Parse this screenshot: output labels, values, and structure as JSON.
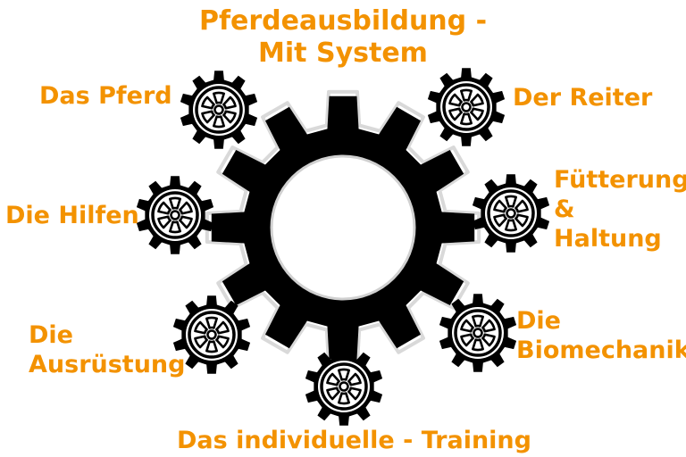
{
  "title": {
    "line1": "Pferdeausbildung -",
    "line2": "Mit System"
  },
  "topics": {
    "pferd": "Das Pferd",
    "reiter": "Der Reiter",
    "hilfen": "Die Hilfen",
    "fuetterung": {
      "line1": "Fütterung",
      "line2": "&",
      "line3": "Haltung"
    },
    "ausruestung": {
      "line1": "Die",
      "line2": "Ausrüstung"
    },
    "biomechanik": {
      "line1": "Die",
      "line2": "Biomechanik"
    },
    "training": "Das individuelle - Training"
  },
  "colors": {
    "label": "#f39200",
    "gear": "#000000",
    "background": "#ffffff"
  },
  "icons": [
    "central-gear-icon",
    "gear-icon"
  ]
}
